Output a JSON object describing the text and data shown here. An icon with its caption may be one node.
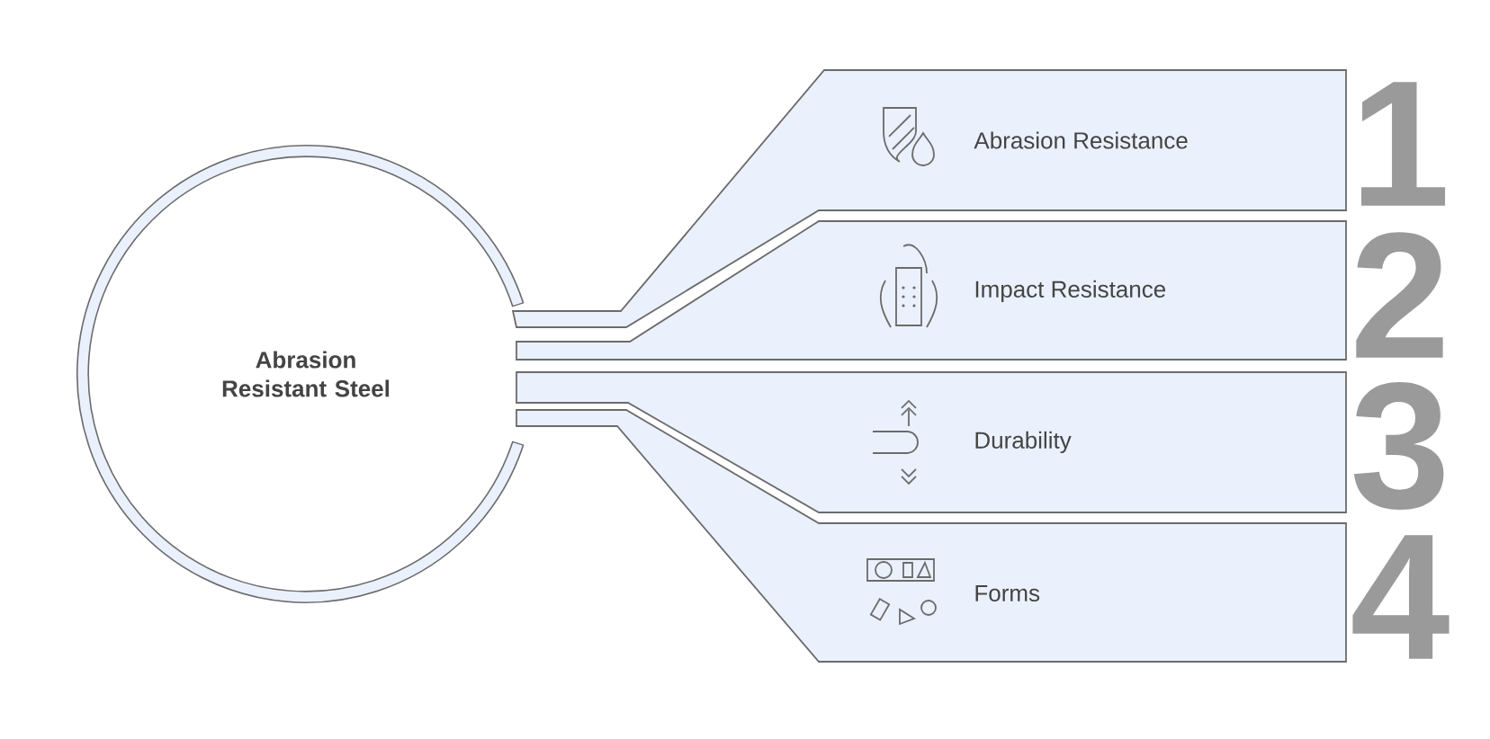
{
  "diagram": {
    "nodes": [
      {
        "text": [
          "Abrasion Resistant Steel"
        ]
      },
      {
        "text": [
          "Abrasion Resistance",
          "1"
        ]
      },
      {
        "text": [
          "Impact Resistance",
          "2"
        ]
      },
      {
        "text": [
          "Durability",
          "3"
        ]
      },
      {
        "text": [
          "Forms",
          "4"
        ]
      }
    ]
  }
}
